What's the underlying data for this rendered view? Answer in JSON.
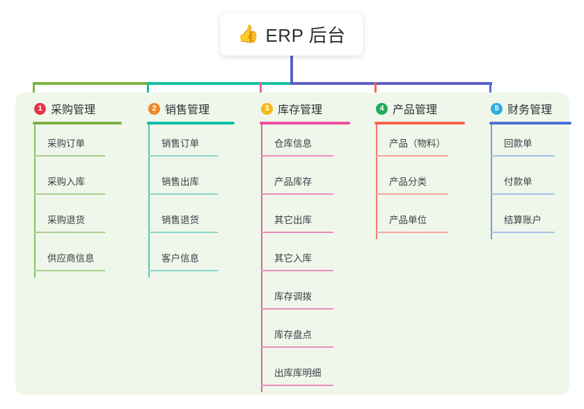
{
  "root": {
    "emoji": "👍",
    "emoji_name": "thumbs-up-icon",
    "title": "ERP 后台"
  },
  "theme": {
    "panel_bg": "#eff7eb",
    "page_bg": "#ffffff",
    "text": "#2b2f33",
    "trunk_color": "#4458c0"
  },
  "connectors": {
    "segment_1_color": "#7cb342",
    "segment_2_color": "#16bfa0",
    "segment_3_color": "#5a5fc7",
    "drop_1_color": "#7cb342",
    "drop_2_color": "#16bfa0",
    "drop_3_color": "#ec5a9e",
    "drop_4_color": "#f8624e",
    "drop_5_color": "#4a6fd4"
  },
  "columns": [
    {
      "number": "1",
      "title": "采购管理",
      "badge_color": "#e8334a",
      "rule_color": "#7cb342",
      "line_color": "#84bf5e",
      "leaf_rule_color": "#a8cf8c",
      "items": [
        "采购订单",
        "采购入库",
        "采购退货",
        "供应商信息"
      ]
    },
    {
      "number": "2",
      "title": "销售管理",
      "badge_color": "#f0872a",
      "rule_color": "#0fbfa6",
      "line_color": "#52c7b8",
      "leaf_rule_color": "#8ad6cb",
      "items": [
        "销售订单",
        "销售出库",
        "销售退货",
        "客户信息"
      ]
    },
    {
      "number": "3",
      "title": "库存管理",
      "badge_color": "#f5b919",
      "rule_color": "#ec4e9e",
      "line_color": "#e0609f",
      "leaf_rule_color": "#eb8dbb",
      "items": [
        "仓库信息",
        "产品库存",
        "其它出库",
        "其它入库",
        "库存调拨",
        "库存盘点",
        "出库库明细"
      ]
    },
    {
      "number": "4",
      "title": "产品管理",
      "badge_color": "#23a95a",
      "rule_color": "#f8624e",
      "line_color": "#f07a6e",
      "leaf_rule_color": "#f4a79d",
      "items": [
        "产品（物料）",
        "产品分类",
        "产品单位"
      ]
    },
    {
      "number": "5",
      "title": "财务管理",
      "badge_color": "#31ace0",
      "rule_color": "#4a6fd4",
      "line_color": "#7b9ade",
      "leaf_rule_color": "#a8bee8",
      "items": [
        "回款单",
        "付款单",
        "结算账户"
      ]
    }
  ]
}
